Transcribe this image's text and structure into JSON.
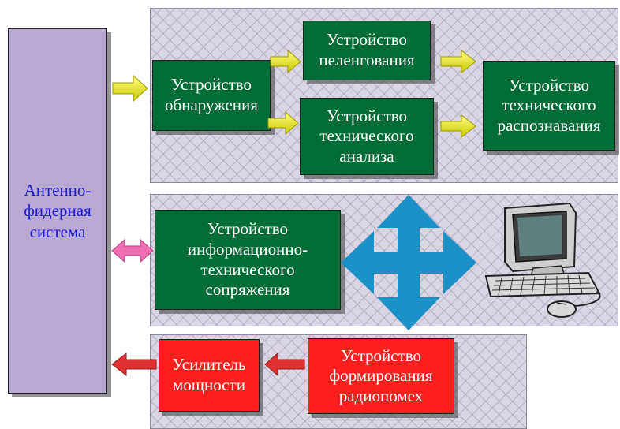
{
  "colors": {
    "green_box": "#006c36",
    "red_box": "#ff1f1f",
    "antenna_box": "#b9a9d4",
    "antenna_text": "#1b1bd6",
    "yellow_arrow": "#e6e600",
    "pink_arrow": "#f06fb0",
    "red_arrow": "#e03030",
    "blue_cross": "#1e90c8"
  },
  "antenna": {
    "label": "Антенно-\nфидерная\nсистема"
  },
  "detection": {
    "label": "Устройство\nобнаружения"
  },
  "direction_finding": {
    "label": "Устройство\nпеленгования"
  },
  "technical_analysis": {
    "label": "Устройство\nтехнического\nанализа"
  },
  "technical_recognition": {
    "label": "Устройство\nтехнического\nраспознавания"
  },
  "interface": {
    "label": "Устройство\nинформационно-\nтехнического\nсопряжения"
  },
  "amplifier": {
    "label": "Усилитель\nмощности"
  },
  "jamming": {
    "label": "Устройство\nформирования\nрадиопомех"
  },
  "icons": [
    "computer-icon",
    "four-way-arrow-icon"
  ]
}
